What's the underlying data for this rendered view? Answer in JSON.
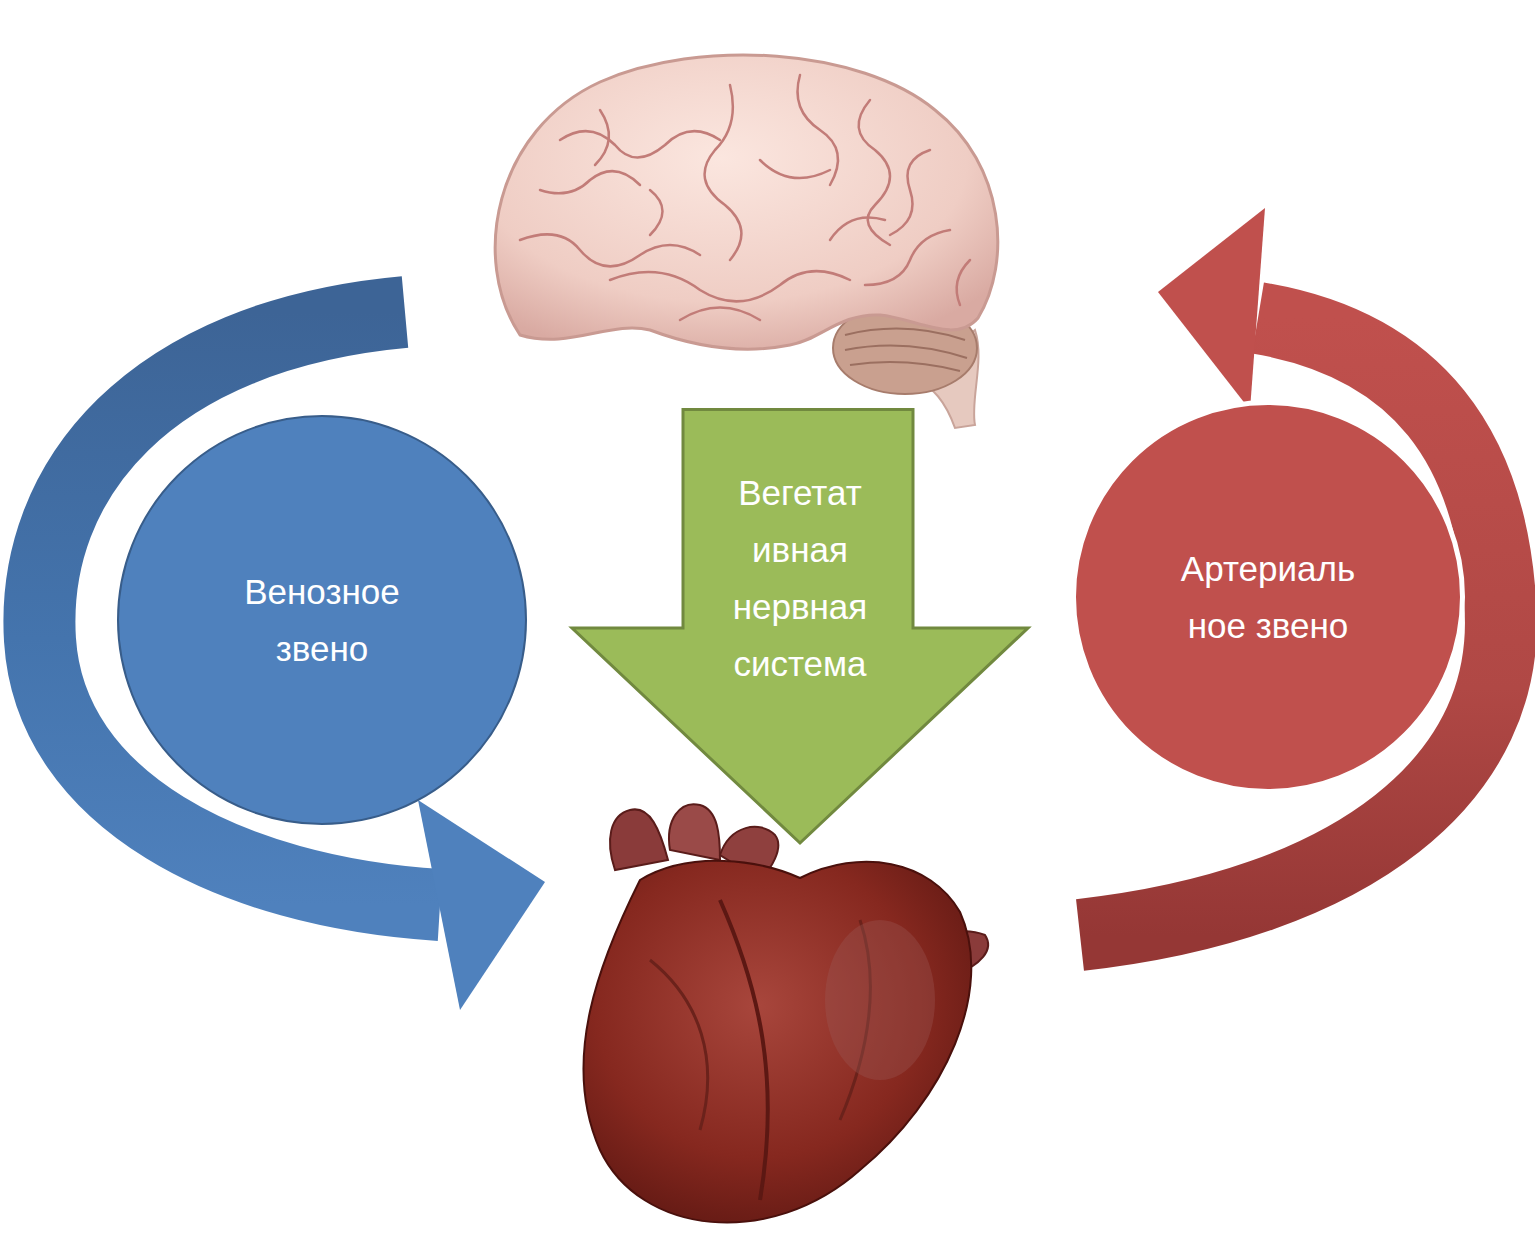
{
  "diagram": {
    "nodes": [
      {
        "text": [
          "Венозное звено"
        ]
      },
      {
        "text": [
          "Вегетат ивная нервная система"
        ]
      },
      {
        "text": [
          "Артериаль ное звено"
        ]
      }
    ]
  }
}
